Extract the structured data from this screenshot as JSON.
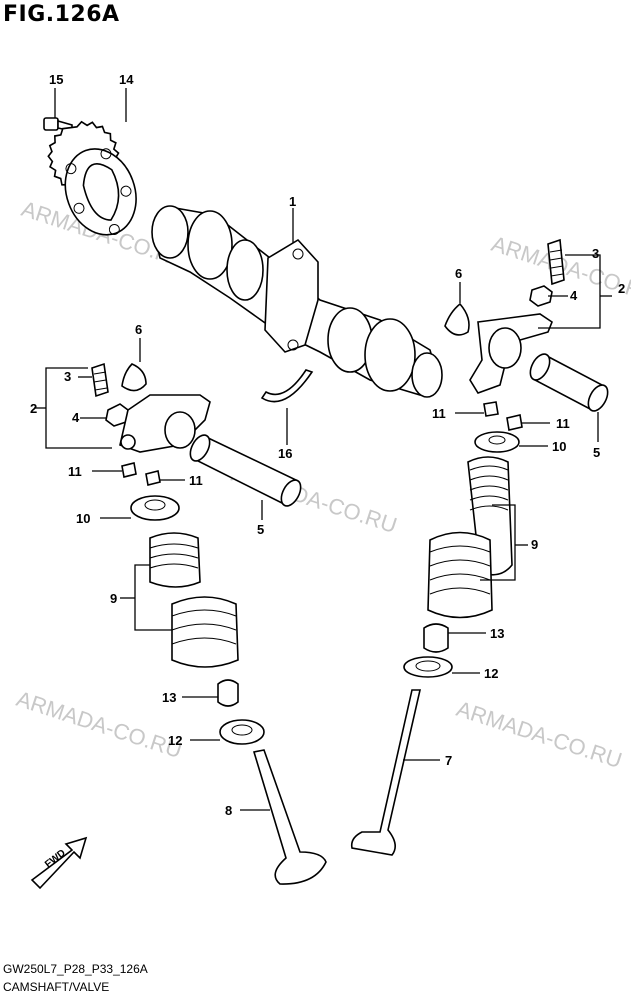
{
  "figure": {
    "title": "FIG.126A"
  },
  "footer": {
    "code": "GW250L7_P28_P33_126A",
    "name": "CAMSHAFT/VALVE"
  },
  "watermark": "ARMADA-CO.RU",
  "fwd_label": "FWD",
  "callouts": {
    "c15": "15",
    "c14": "14",
    "c1": "1",
    "c3r": "3",
    "c4r": "4",
    "c2r": "2",
    "c6r": "6",
    "c6l": "6",
    "c3l": "3",
    "c2l": "2",
    "c4l": "4",
    "c11r1": "11",
    "c11r2": "11",
    "c10r": "10",
    "c5r": "5",
    "c16": "16",
    "c11l1": "11",
    "c11l2": "11",
    "c10l": "10",
    "c5l": "5",
    "c9r": "9",
    "c13r": "13",
    "c12r": "12",
    "c7": "7",
    "c9l": "9",
    "c13l": "13",
    "c12l": "12",
    "c8": "8"
  }
}
